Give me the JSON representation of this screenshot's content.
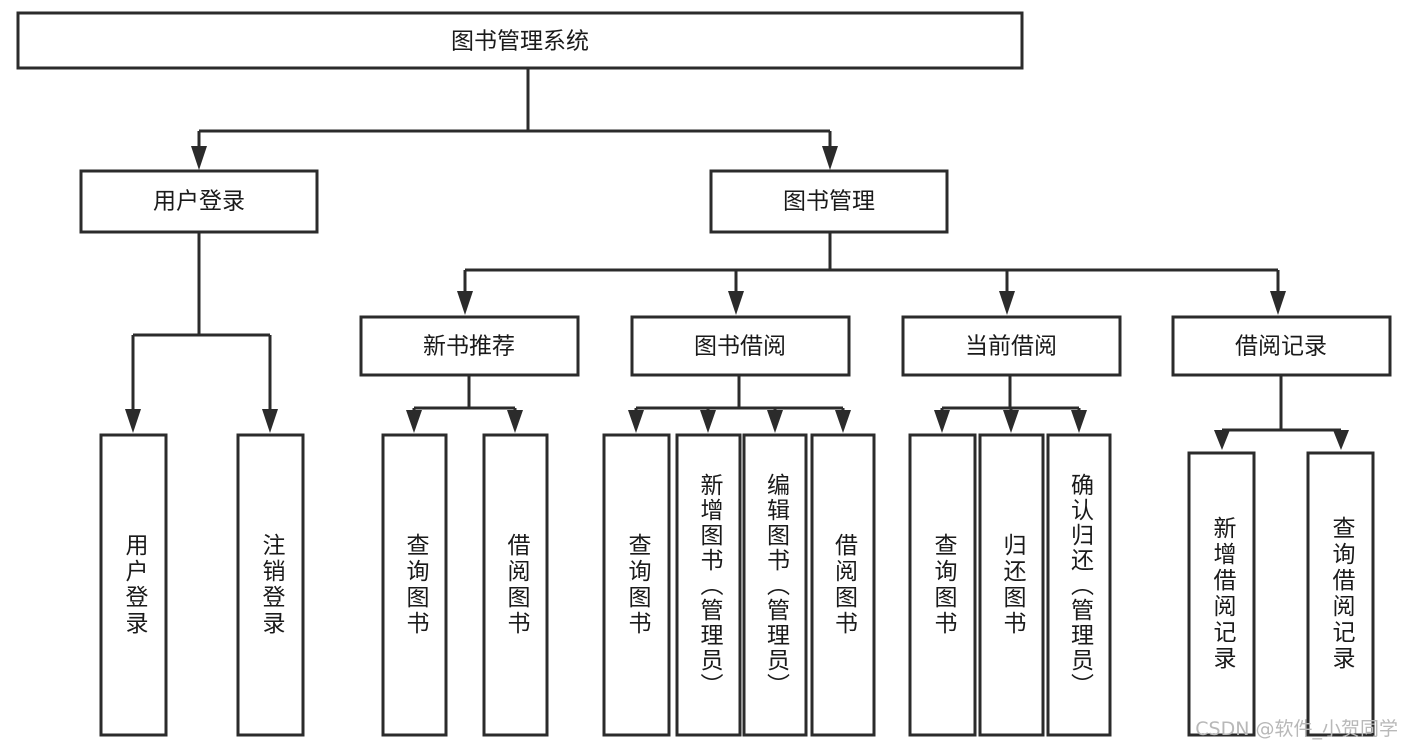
{
  "diagram": {
    "title": "图书管理系统",
    "type": "tree-hierarchy",
    "orientation": "top-down",
    "colors": {
      "box_fill": "#ffffff",
      "box_stroke": "#2b2b2b",
      "connector": "#2b2b2b",
      "label_text": "#1a1a1a",
      "watermark": "#b8b8b8",
      "background": "#ffffff"
    }
  },
  "nodes": {
    "root": {
      "label": "图书管理系统",
      "orientation": "horizontal"
    },
    "level2": [
      {
        "id": "user-login",
        "label": "用户登录",
        "orientation": "horizontal"
      },
      {
        "id": "book-management",
        "label": "图书管理",
        "orientation": "horizontal"
      }
    ],
    "level3": [
      {
        "id": "new-book-recommend",
        "label": "新书推荐",
        "orientation": "horizontal"
      },
      {
        "id": "book-borrow",
        "label": "图书借阅",
        "orientation": "horizontal"
      },
      {
        "id": "current-borrow",
        "label": "当前借阅",
        "orientation": "horizontal"
      },
      {
        "id": "borrow-record",
        "label": "借阅记录",
        "orientation": "horizontal"
      }
    ],
    "leaves": {
      "user-login": [
        {
          "id": "leaf-user-login",
          "label": "用户登录",
          "orientation": "vertical"
        },
        {
          "id": "leaf-logout-login",
          "label": "注销登录",
          "orientation": "vertical"
        }
      ],
      "new-book-recommend": [
        {
          "id": "leaf-query-book-1",
          "label": "查询图书",
          "orientation": "vertical"
        },
        {
          "id": "leaf-borrow-book-1",
          "label": "借阅图书",
          "orientation": "vertical"
        }
      ],
      "book-borrow": [
        {
          "id": "leaf-query-book-2",
          "label": "查询图书",
          "orientation": "vertical"
        },
        {
          "id": "leaf-add-book-admin",
          "label": "新增图书（管理员）",
          "orientation": "vertical"
        },
        {
          "id": "leaf-edit-book-admin",
          "label": "编辑图书（管理员）",
          "orientation": "vertical"
        },
        {
          "id": "leaf-borrow-book-2",
          "label": "借阅图书",
          "orientation": "vertical"
        }
      ],
      "current-borrow": [
        {
          "id": "leaf-query-book-3",
          "label": "查询图书",
          "orientation": "vertical"
        },
        {
          "id": "leaf-return-book",
          "label": "归还图书",
          "orientation": "vertical"
        },
        {
          "id": "leaf-confirm-return-admin",
          "label": "确认归还（管理员）",
          "orientation": "vertical"
        }
      ],
      "borrow-record": [
        {
          "id": "leaf-add-borrow-record",
          "label": "新增借阅记录",
          "orientation": "vertical"
        },
        {
          "id": "leaf-query-borrow-record",
          "label": "查询借阅记录",
          "orientation": "vertical"
        }
      ]
    }
  },
  "watermark": {
    "text": "CSDN @软件_小贺同学"
  }
}
